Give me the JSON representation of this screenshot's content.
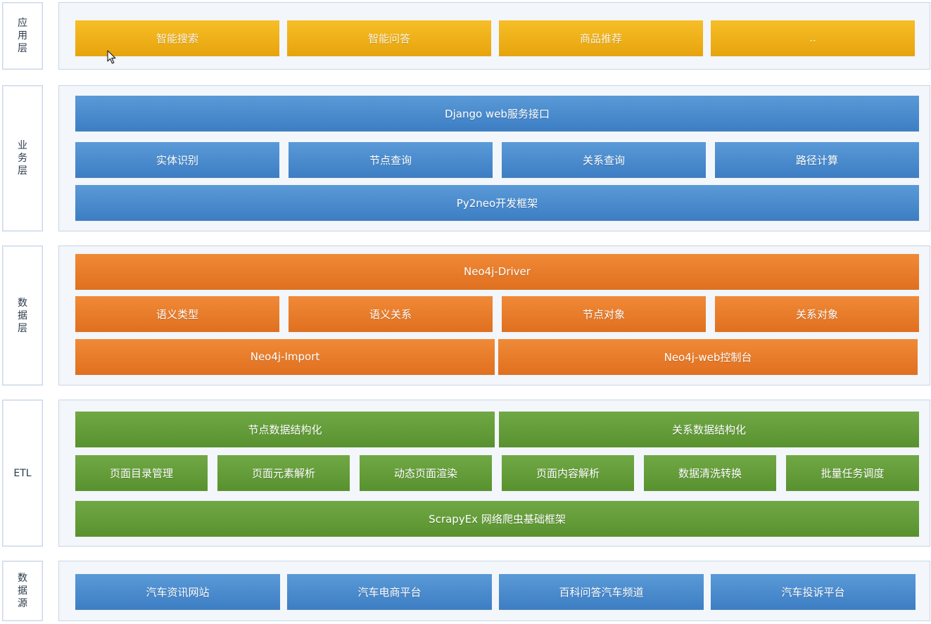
{
  "layers": {
    "application": {
      "label": "应\n用\n层",
      "items": [
        "智能搜索",
        "智能问答",
        "商品推荐",
        ".."
      ]
    },
    "business": {
      "label": "业\n务\n层",
      "top": "Django web服务接口",
      "middle": [
        "实体识别",
        "节点查询",
        "关系查询",
        "路径计算"
      ],
      "bottom": "Py2neo开发框架"
    },
    "data": {
      "label": "数\n据\n层",
      "top": "Neo4j-Driver",
      "middle": [
        "语义类型",
        "语义关系",
        "节点对象",
        "关系对象"
      ],
      "bottom": [
        "Neo4j-Import",
        "Neo4j-web控制台"
      ]
    },
    "etl": {
      "label": "ETL",
      "top": [
        "节点数据结构化",
        "关系数据结构化"
      ],
      "middle": [
        "页面目录管理",
        "页面元素解析",
        "动态页面渲染",
        "页面内容解析",
        "数据清洗转换",
        "批量任务调度"
      ],
      "bottom": "ScrapyEx 网络爬虫基础框架"
    },
    "source": {
      "label": "数\n据\n源",
      "items": [
        "汽车资讯网站",
        "汽车电商平台",
        "百科问答汽车频道",
        "汽车投诉平台"
      ]
    }
  },
  "colors": {
    "application": "#f0b21c",
    "business": "#4a8bcd",
    "data": "#e87b2b",
    "etl": "#649d3b",
    "source": "#4a8bcd"
  }
}
